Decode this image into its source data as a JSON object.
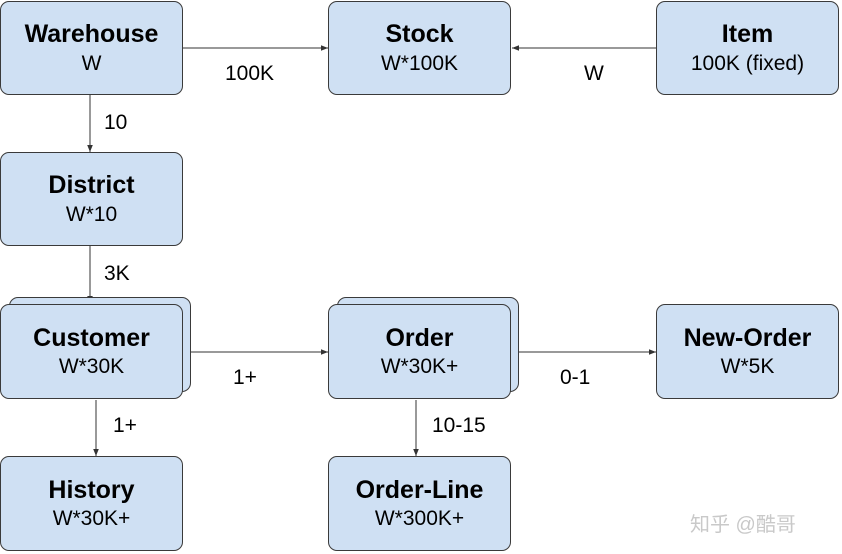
{
  "nodes": {
    "warehouse": {
      "title": "Warehouse",
      "sub": "W"
    },
    "stock": {
      "title": "Stock",
      "sub": "W*100K"
    },
    "item": {
      "title": "Item",
      "sub": "100K (fixed)"
    },
    "district": {
      "title": "District",
      "sub": "W*10"
    },
    "customer": {
      "title": "Customer",
      "sub": "W*30K"
    },
    "order": {
      "title": "Order",
      "sub": "W*30K+"
    },
    "new_order": {
      "title": "New-Order",
      "sub": "W*5K"
    },
    "history": {
      "title": "History",
      "sub": "W*30K+"
    },
    "order_line": {
      "title": "Order-Line",
      "sub": "W*300K+"
    }
  },
  "edges": {
    "warehouse_stock": "100K",
    "item_stock": "W",
    "warehouse_district": "10",
    "district_customer": "3K",
    "customer_order": "1+",
    "order_new_order": "0-1",
    "customer_history": "1+",
    "order_order_line": "10-15"
  },
  "watermark": "知乎 @酷哥"
}
